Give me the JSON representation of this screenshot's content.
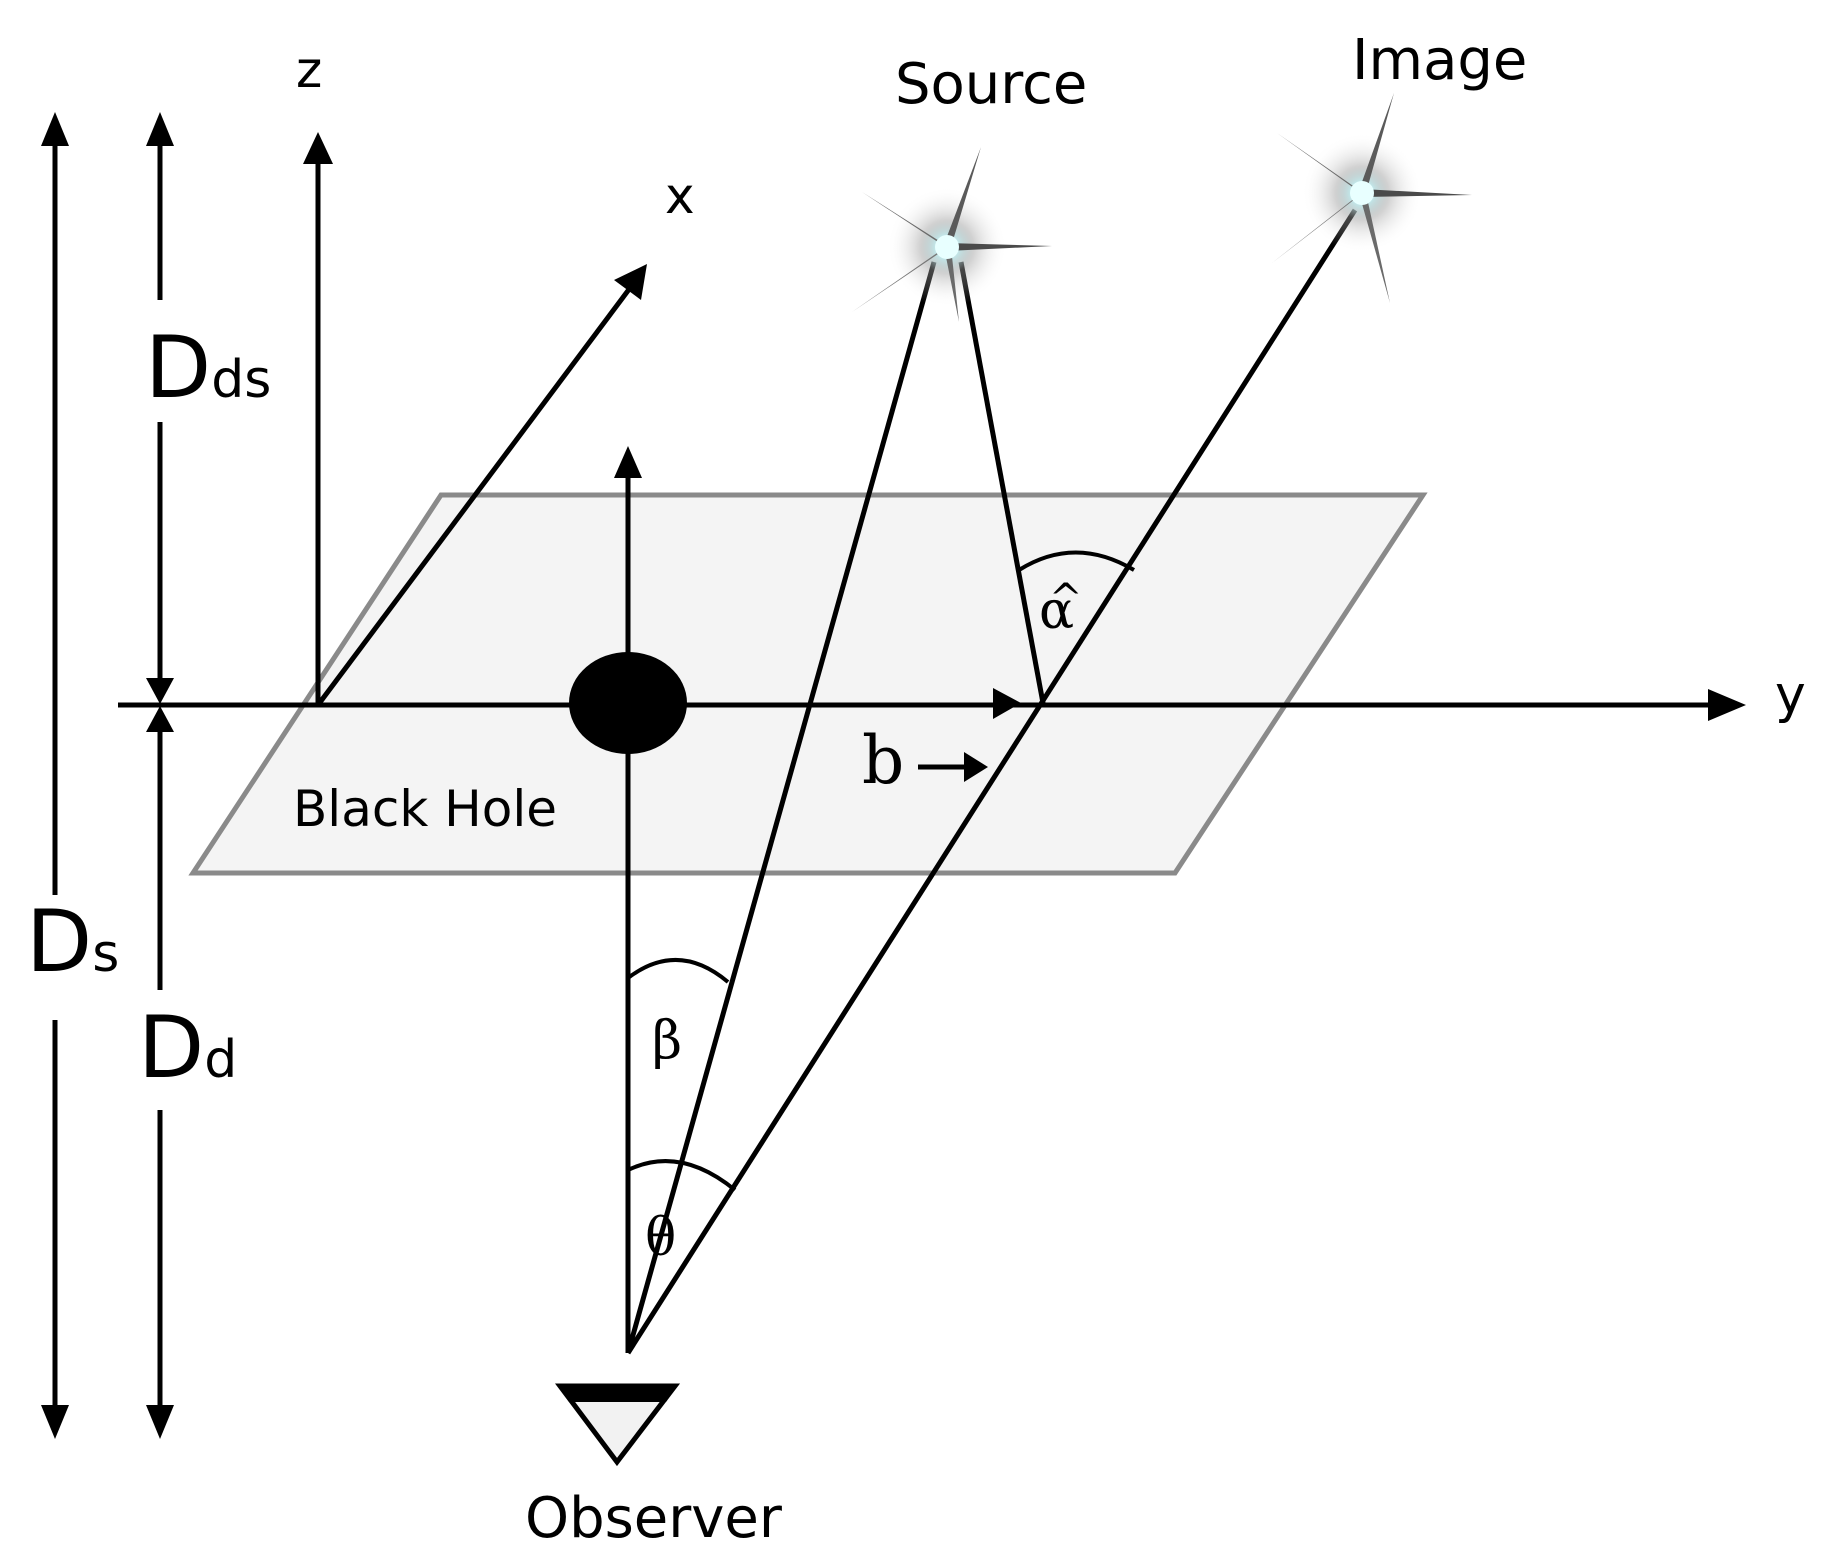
{
  "diagram": {
    "title": "Gravitational lensing geometry by a black hole",
    "axes": {
      "z_label": "z",
      "x_label": "x",
      "y_label": "y"
    },
    "objects": {
      "source_label": "Source",
      "image_label": "Image",
      "black_hole_label": "Black Hole",
      "observer_label": "Observer"
    },
    "distances": {
      "ds": {
        "main": "D",
        "sub": "s"
      },
      "dds": {
        "main": "D",
        "sub": "ds"
      },
      "dd": {
        "main": "D",
        "sub": "d"
      }
    },
    "angles": {
      "alpha_hat": "α",
      "alpha_hat_accent": "^",
      "beta": "β",
      "theta": "θ"
    },
    "impact_parameter": {
      "label": "b",
      "arrow": "→"
    },
    "colors": {
      "line": "#000000",
      "plane_fill": "#f4f4f4",
      "plane_stroke": "#8a8a8a",
      "star_core": "#dff7f7",
      "star_glow": "#9a9a9a"
    }
  }
}
